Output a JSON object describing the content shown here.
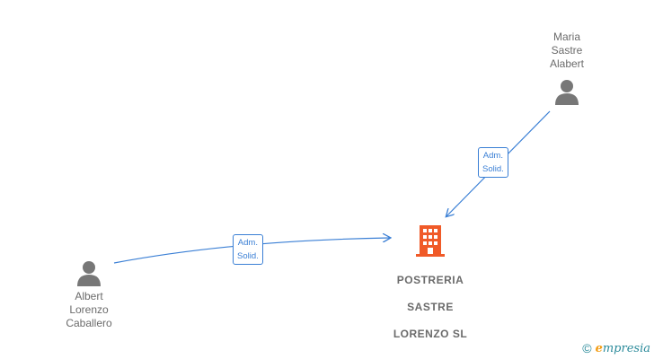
{
  "persons": [
    {
      "id": "maria",
      "name_lines": [
        "Maria",
        "Sastre",
        "Alabert"
      ]
    },
    {
      "id": "albert",
      "name_lines": [
        "Albert",
        "Lorenzo",
        "Caballero"
      ]
    }
  ],
  "company": {
    "name_lines": [
      "POSTRERIA",
      "SASTRE",
      "LORENZO  SL"
    ],
    "icon_color": "#f05a28"
  },
  "relations": [
    {
      "from": "maria",
      "label_lines": [
        "Adm.",
        "Solid."
      ]
    },
    {
      "from": "albert",
      "label_lines": [
        "Adm.",
        "Solid."
      ]
    }
  ],
  "colors": {
    "person_icon": "#777777",
    "link": "#3a7fd5"
  },
  "brand": {
    "copyright": "©",
    "initial": "e",
    "rest": "mpresia"
  }
}
